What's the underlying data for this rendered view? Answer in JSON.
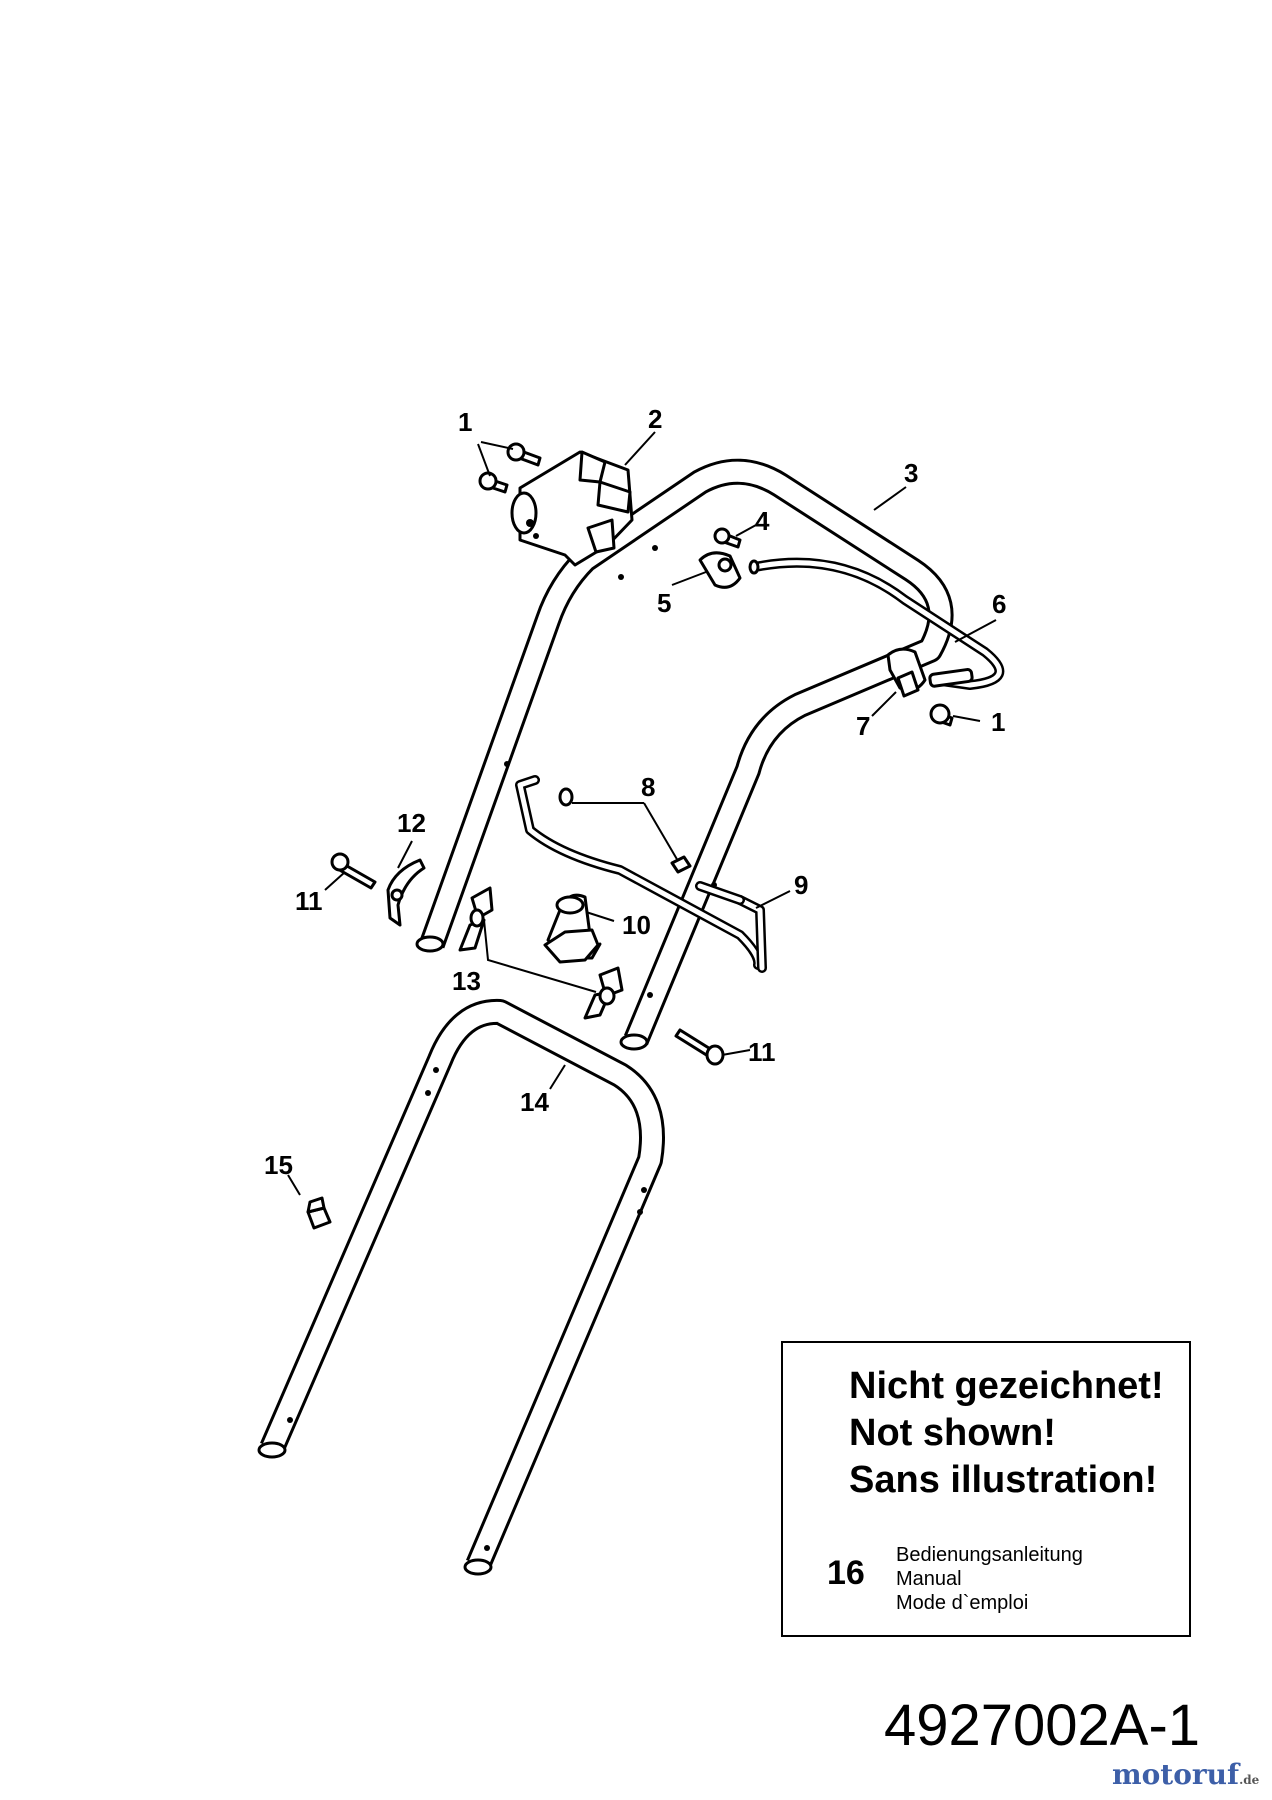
{
  "callouts": {
    "c1a": "1",
    "c2": "2",
    "c3": "3",
    "c4": "4",
    "c5": "5",
    "c6": "6",
    "c7": "7",
    "c1b": "1",
    "c8": "8",
    "c12": "12",
    "c11a": "11",
    "c9": "9",
    "c10": "10",
    "c13": "13",
    "c11b": "11",
    "c14": "14",
    "c15": "15"
  },
  "note": {
    "line1": "Nicht gezeichnet!",
    "line2": "Not shown!",
    "line3": "Sans illustration!",
    "item_number": "16",
    "item_de": "Bedienungsanleitung",
    "item_en": "Manual",
    "item_fr": "Mode d`emploi"
  },
  "diagram_id": "4927002A-1",
  "watermark": {
    "text": "motoruf",
    "ext": ".de"
  },
  "colors": {
    "line": "#000000",
    "background": "#ffffff",
    "watermark": "#3d5fa8"
  }
}
